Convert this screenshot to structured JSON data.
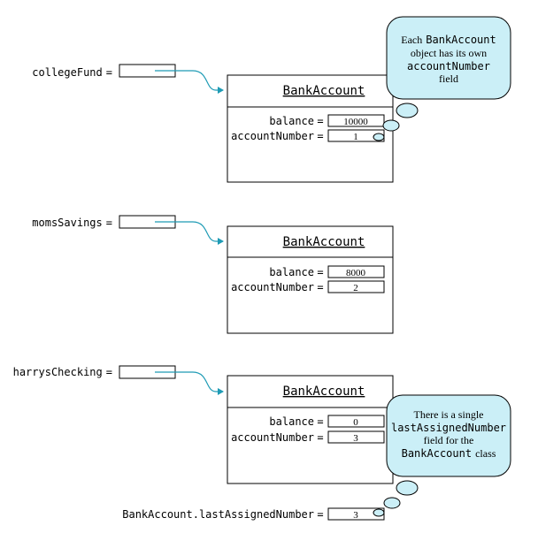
{
  "variables": [
    {
      "name": "collegeFund",
      "eq": "="
    },
    {
      "name": "momsSavings",
      "eq": "="
    },
    {
      "name": "harrysChecking",
      "eq": "="
    }
  ],
  "objects": [
    {
      "class_name": "BankAccount",
      "fields": [
        {
          "label": "balance",
          "eq": "=",
          "value": "10000"
        },
        {
          "label": "accountNumber",
          "eq": "=",
          "value": "1"
        }
      ]
    },
    {
      "class_name": "BankAccount",
      "fields": [
        {
          "label": "balance",
          "eq": "=",
          "value": "8000"
        },
        {
          "label": "accountNumber",
          "eq": "=",
          "value": "2"
        }
      ]
    },
    {
      "class_name": "BankAccount",
      "fields": [
        {
          "label": "balance",
          "eq": "=",
          "value": "0"
        },
        {
          "label": "accountNumber",
          "eq": "=",
          "value": "3"
        }
      ]
    }
  ],
  "static_field": {
    "label": "BankAccount.lastAssignedNumber",
    "eq": "=",
    "value": "3"
  },
  "callouts": {
    "top": {
      "line1": "Each",
      "line1_code": "BankAccount",
      "line2": "object has its own",
      "line3_code": "accountNumber",
      "line4": "field"
    },
    "bottom": {
      "line1": "There is a single",
      "line2_code": "lastAssignedNumber",
      "line3": "field for the",
      "line4_code": "BankAccount",
      "line4_rest": "class"
    }
  },
  "colors": {
    "callout_fill": "#cbeff7",
    "arrow": "#1f9bb5",
    "stroke": "#000000"
  }
}
